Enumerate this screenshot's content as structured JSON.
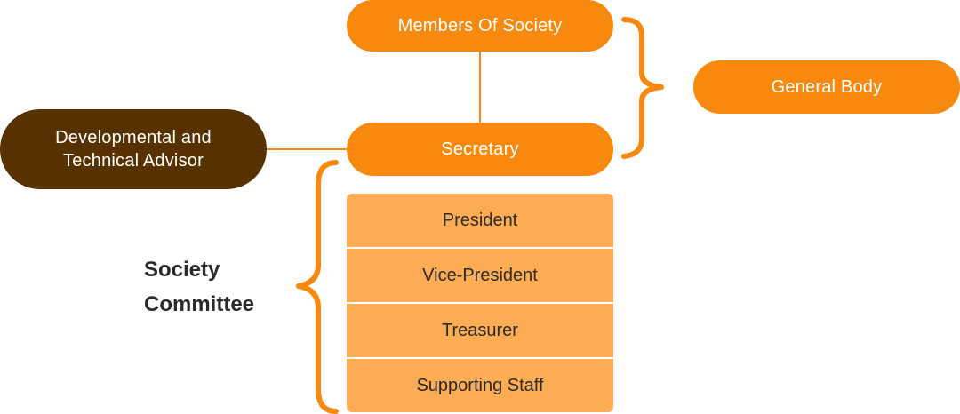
{
  "nodes": {
    "members": "Members Of Society",
    "secretary": "Secretary",
    "general_body": "General Body",
    "advisor": "Developmental and Technical Advisor"
  },
  "committee": {
    "label_line1": "Society",
    "label_line2": "Committee",
    "roles": [
      "President",
      "Vice-President",
      "Treasurer",
      "Supporting Staff"
    ]
  },
  "colors": {
    "accent_orange": "#f7890f",
    "light_orange": "#fdac53",
    "dark_brown": "#573100",
    "label_text": "#2b2b2b"
  }
}
